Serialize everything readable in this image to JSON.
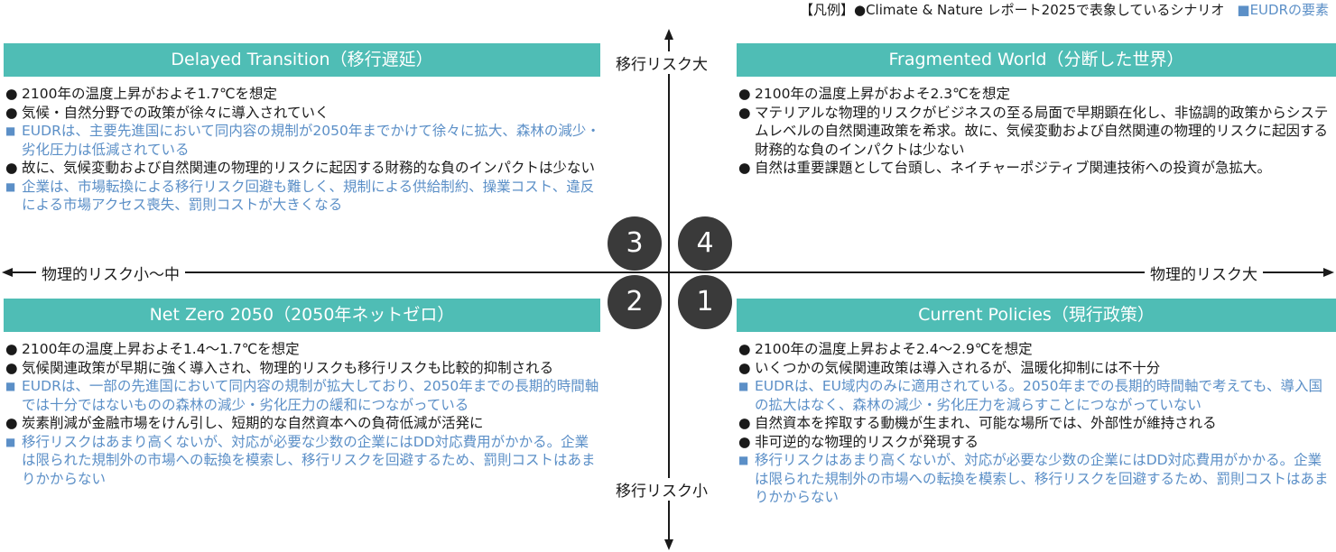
{
  "legend": {
    "prefix": "【凡例】●Climate & Nature レポート2025で表象しているシナリオ",
    "eudr": "■EUDRの要素"
  },
  "axes": {
    "top": "移行リスク大",
    "bottom": "移行リスク小",
    "left": "物理的リスク小〜中",
    "right": "物理的リスク大"
  },
  "quadrants": {
    "top_left": {
      "title": "Delayed Transition（移行遅延）",
      "number": "3",
      "items": [
        {
          "type": "circle",
          "text": "2100年の温度上昇がおよそ1.7℃を想定"
        },
        {
          "type": "circle",
          "text": "気候・自然分野での政策が徐々に導入されていく"
        },
        {
          "type": "square",
          "text": "EUDRは、主要先進国において同内容の規制が2050年までかけて徐々に拡大、森林の減少・劣化圧力は低減されている"
        },
        {
          "type": "circle",
          "text": "故に、気候変動および自然関連の物理的リスクに起因する財務的な負のインパクトは少ない"
        },
        {
          "type": "square",
          "text": "企業は、市場転換による移行リスク回避も難しく、規制による供給制約、操業コスト、違反による市場アクセス喪失、罰則コストが大きくなる"
        }
      ]
    },
    "top_right": {
      "title": "Fragmented World（分断した世界）",
      "number": "4",
      "items": [
        {
          "type": "circle",
          "text": "2100年の温度上昇がおよそ2.3℃を想定"
        },
        {
          "type": "circle",
          "text": "マテリアルな物理的リスクがビジネスの至る局面で早期顕在化し、非協調的政策からシステムレベルの自然関連政策を希求。故に、気候変動および自然関連の物理的リスクに起因する財務的な負のインパクトは少ない"
        },
        {
          "type": "circle",
          "text": "自然は重要課題として台頭し、ネイチャーポジティブ関連技術への投資が急拡大。"
        }
      ]
    },
    "bottom_left": {
      "title": "Net Zero 2050（2050年ネットゼロ）",
      "number": "2",
      "items": [
        {
          "type": "circle",
          "text": "2100年の温度上昇およそ1.4〜1.7℃を想定"
        },
        {
          "type": "circle",
          "text": "気候関連政策が早期に強く導入され、物理的リスクも移行リスクも比較的抑制される"
        },
        {
          "type": "square",
          "text": "EUDRは、一部の先進国において同内容の規制が拡大しており、2050年までの長期的時間軸では十分ではないものの森林の減少・劣化圧力の緩和につながっている"
        },
        {
          "type": "circle",
          "text": "炭素削減が金融市場をけん引し、短期的な自然資本への負荷低減が活発に"
        },
        {
          "type": "square",
          "text": "移行リスクはあまり高くないが、対応が必要な少数の企業にはDD対応費用がかかる。企業は限られた規制外の市場への転換を模索し、移行リスクを回避するため、罰則コストはあまりかからない"
        }
      ]
    },
    "bottom_right": {
      "title": "Current Policies（現行政策）",
      "number": "1",
      "items": [
        {
          "type": "circle",
          "text": "2100年の温度上昇およそ2.4〜2.9℃を想定"
        },
        {
          "type": "circle",
          "text": "いくつかの気候関連政策は導入されるが、温暖化抑制には不十分"
        },
        {
          "type": "square",
          "text": "EUDRは、EU域内のみに適用されている。2050年までの長期的時間軸で考えても、導入国の拡大はなく、森林の減少・劣化圧力を減らすことにつながっていない"
        },
        {
          "type": "circle",
          "text": "自然資本を搾取する動機が生まれ、可能な場所では、外部性が維持される"
        },
        {
          "type": "circle",
          "text": "非可逆的な物理的リスクが発現する"
        },
        {
          "type": "square",
          "text": "移行リスクはあまり高くないが、対応が必要な少数の企業にはDD対応費用がかかる。企業は限られた規制外の市場への転換を模索し、移行リスクを回避するため、罰則コストはあまりかからない"
        }
      ]
    }
  },
  "colors": {
    "header_bg": "#4fbdb5",
    "eudr_text": "#5b8fc7",
    "badge_bg": "#3a3a3a"
  }
}
